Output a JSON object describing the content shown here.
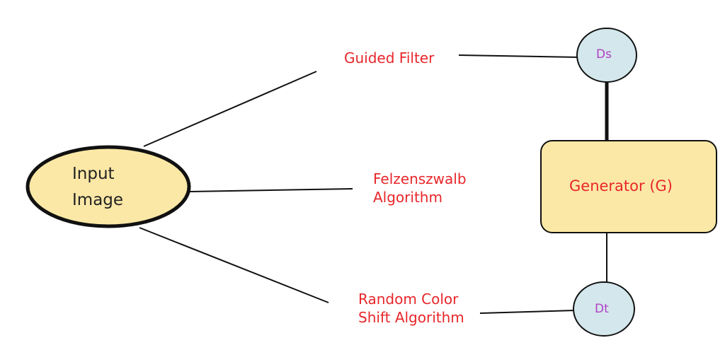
{
  "nodes": {
    "input": {
      "line1": "Input",
      "line2": "Image"
    },
    "generator": {
      "label": "Generator (G)"
    },
    "ds": {
      "label": "Ds"
    },
    "dt": {
      "label": "Dt"
    }
  },
  "branches": {
    "guided": {
      "label": "Guided Filter"
    },
    "felzenszwalb": {
      "line1": "Felzenszwalb",
      "line2": "Algorithm"
    },
    "random": {
      "line1": "Random Color",
      "line2": "Shift Algorithm"
    }
  },
  "colors": {
    "node_fill": "#fbe8a6",
    "disc_fill": "#d3e7ec",
    "branch_text": "#e8262b",
    "disc_text": "#b23fc4",
    "stroke": "#111111"
  }
}
